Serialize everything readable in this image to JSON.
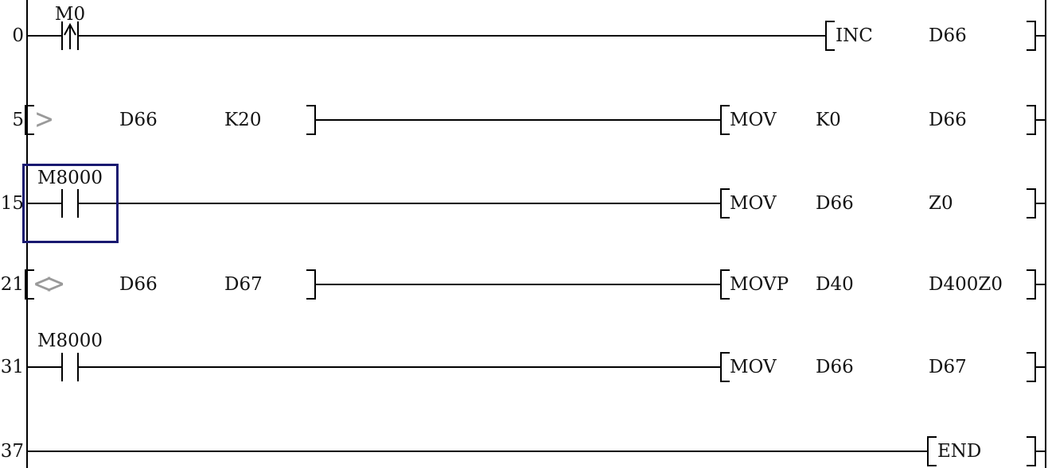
{
  "app": {
    "name": "plc-ladder-editor"
  },
  "colors": {
    "background": "#ffffff",
    "line": "#000000",
    "text": "#121212",
    "selection_cursor": "#191970",
    "comparison_operator": "#9a9a9a"
  },
  "ladder": {
    "rungs": [
      {
        "step": "0",
        "contact": {
          "device": "M0",
          "type": "rising-edge-pulse"
        },
        "instruction": {
          "mnemonic": "INC",
          "operands": [
            "D66"
          ]
        }
      },
      {
        "step": "5",
        "comparison": {
          "operator": ">",
          "left": "D66",
          "right": "K20"
        },
        "instruction": {
          "mnemonic": "MOV",
          "operands": [
            "K0",
            "D66"
          ]
        }
      },
      {
        "step": "15",
        "contact": {
          "device": "M8000",
          "type": "normally-open",
          "selected": true
        },
        "instruction": {
          "mnemonic": "MOV",
          "operands": [
            "D66",
            "Z0"
          ]
        }
      },
      {
        "step": "21",
        "comparison": {
          "operator": "<>",
          "left": "D66",
          "right": "D67"
        },
        "instruction": {
          "mnemonic": "MOVP",
          "operands": [
            "D40",
            "D400Z0"
          ]
        }
      },
      {
        "step": "31",
        "contact": {
          "device": "M8000",
          "type": "normally-open"
        },
        "instruction": {
          "mnemonic": "MOV",
          "operands": [
            "D66",
            "D67"
          ]
        }
      },
      {
        "step": "37",
        "instruction": {
          "mnemonic": "END",
          "operands": []
        }
      }
    ]
  }
}
